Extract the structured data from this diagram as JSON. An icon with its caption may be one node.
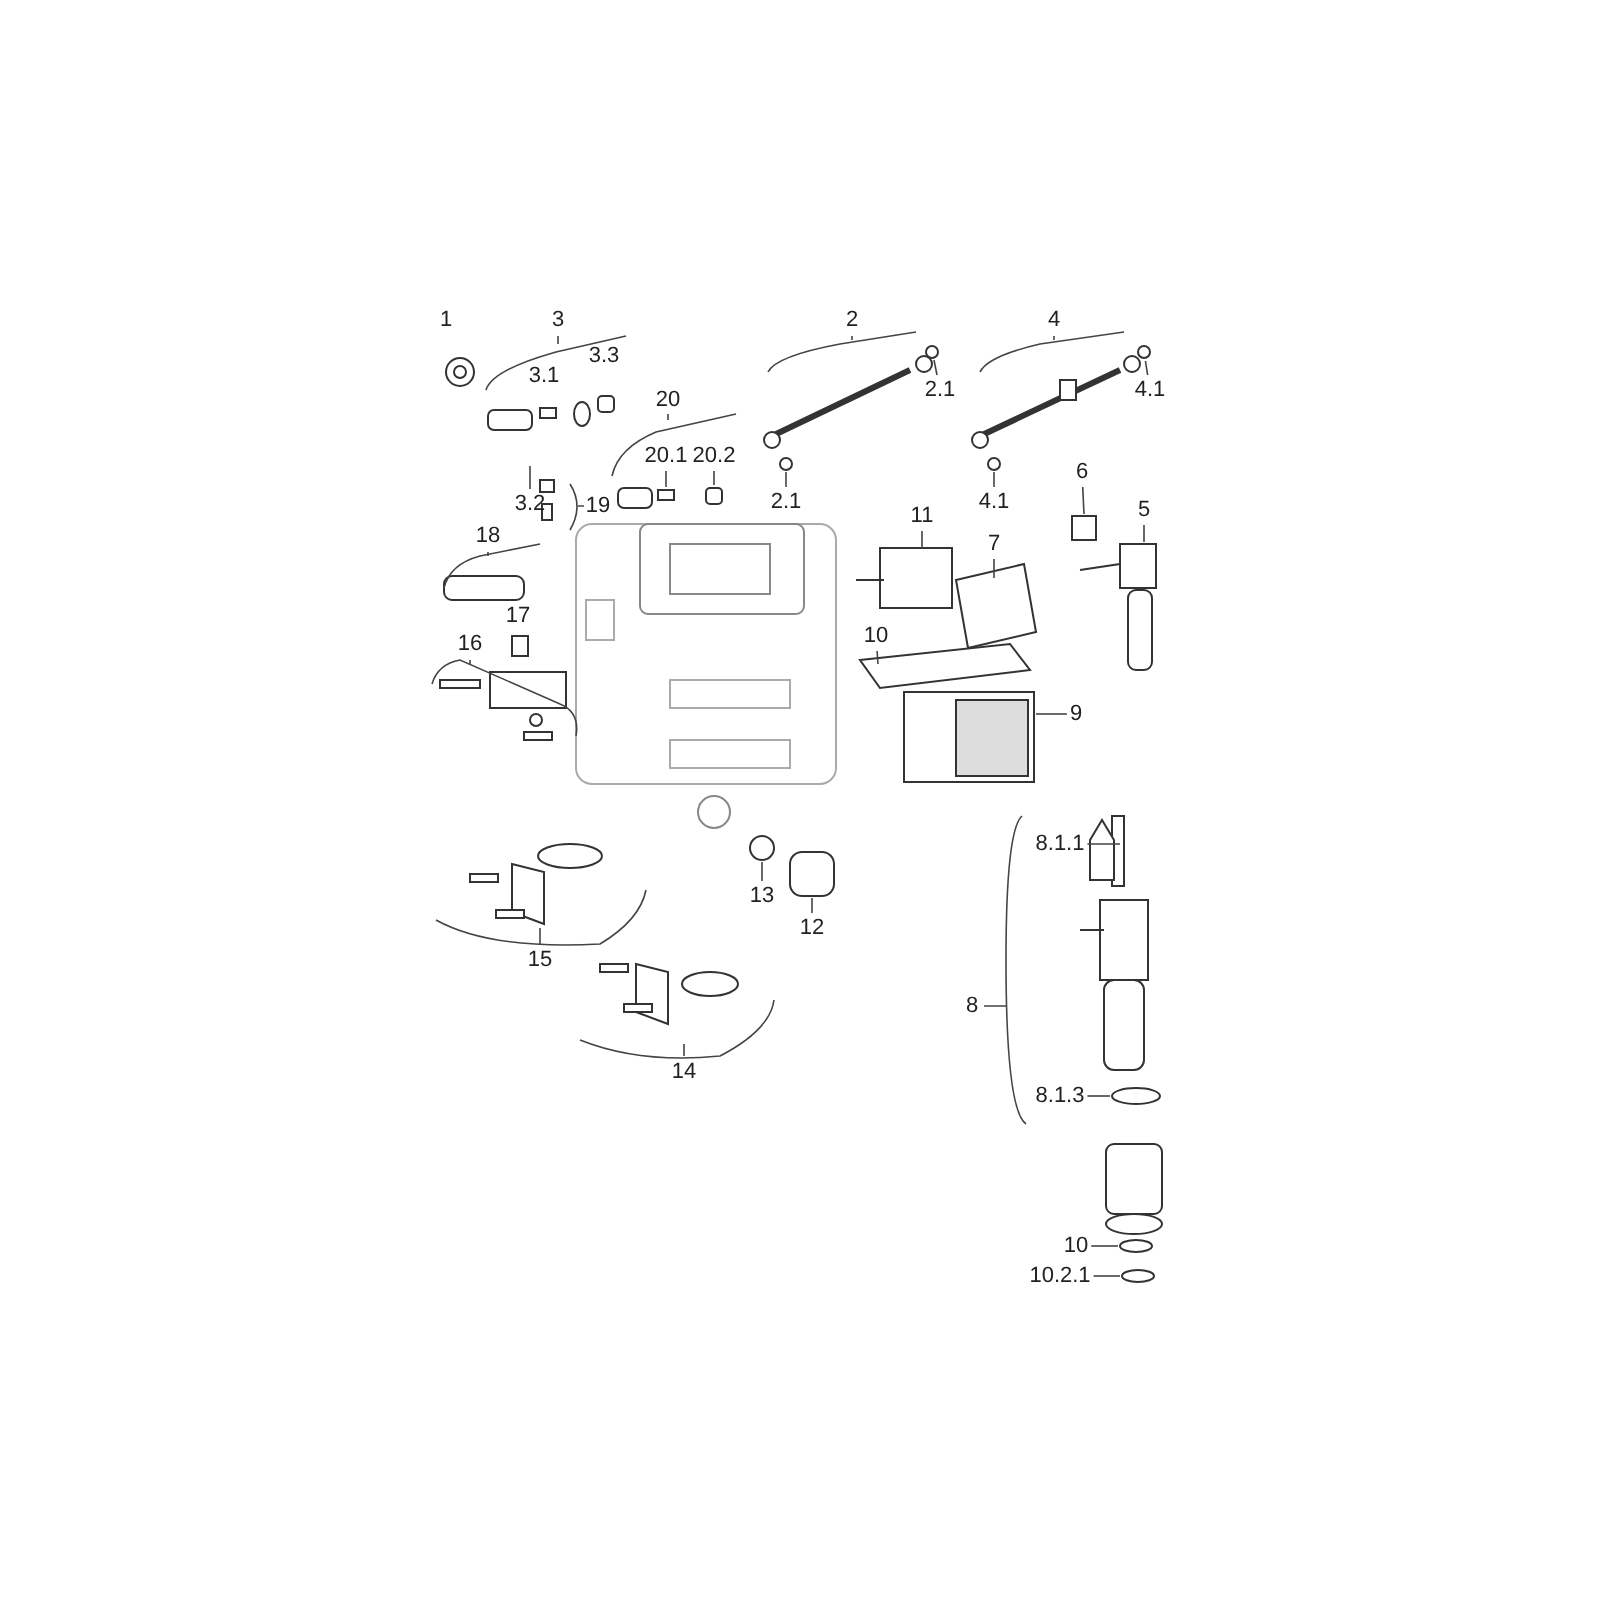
{
  "diagram": {
    "nodes": [
      {
        "text": [
          "3.2"
        ]
      },
      {
        "text": [
          "2.1"
        ]
      },
      {
        "text": [
          "2.1"
        ]
      },
      {
        "text": [
          "4.1"
        ]
      },
      {
        "text": [
          "4.1"
        ]
      },
      {
        "text": [
          "20.1"
        ]
      },
      {
        "text": [
          "20.2"
        ]
      },
      {
        "text": [
          "11"
        ]
      },
      {
        "text": [
          "7"
        ]
      },
      {
        "text": [
          "6"
        ]
      },
      {
        "text": [
          "5"
        ]
      },
      {
        "text": [
          "10"
        ]
      },
      {
        "text": [
          "9"
        ]
      },
      {
        "text": [
          "13"
        ]
      },
      {
        "text": [
          "12"
        ]
      },
      {
        "text": [
          "8.1.1"
        ]
      },
      {
        "text": [
          "8.1.3"
        ]
      },
      {
        "text": [
          "10"
        ]
      },
      {
        "text": [
          "10.2.1"
        ]
      },
      {
        "text": [],
        "shape": "circle"
      },
      {
        "text": [],
        "shape": "box"
      },
      {
        "text": [],
        "shape": "box"
      }
    ],
    "edges": [
      {
        "from": 0,
        "to": null,
        "arrow": "none"
      },
      {
        "from": 1,
        "to": null,
        "arrow": "none"
      },
      {
        "from": 2,
        "to": null,
        "arrow": "none"
      },
      {
        "from": 3,
        "to": null,
        "arrow": "none"
      },
      {
        "from": 4,
        "to": 19,
        "arrow": "none"
      },
      {
        "from": 5,
        "to": 20,
        "arrow": "none"
      },
      {
        "from": 6,
        "to": 21,
        "arrow": "none"
      },
      {
        "from": 7,
        "to": null,
        "arrow": "none"
      },
      {
        "from": 8,
        "to": null,
        "arrow": "none"
      },
      {
        "from": 9,
        "to": null,
        "arrow": "none"
      },
      {
        "from": 10,
        "to": null,
        "arrow": "none"
      },
      {
        "from": 11,
        "to": null,
        "arrow": "none"
      },
      {
        "from": 12,
        "to": null,
        "arrow": "none"
      },
      {
        "from": 13,
        "to": null,
        "arrow": "none"
      },
      {
        "from": 14,
        "to": null,
        "arrow": "none"
      },
      {
        "from": 15,
        "to": null,
        "arrow": "none"
      },
      {
        "from": 16,
        "to": null,
        "arrow": "none"
      },
      {
        "from": 17,
        "to": null,
        "arrow": "none"
      },
      {
        "from": 18,
        "to": null,
        "arrow": "none"
      }
    ],
    "labels": [
      "1",
      "3",
      "3.1",
      "3.3",
      "2",
      "4",
      "20",
      "19",
      "18",
      "17",
      "16",
      "15",
      "14",
      "8"
    ]
  }
}
